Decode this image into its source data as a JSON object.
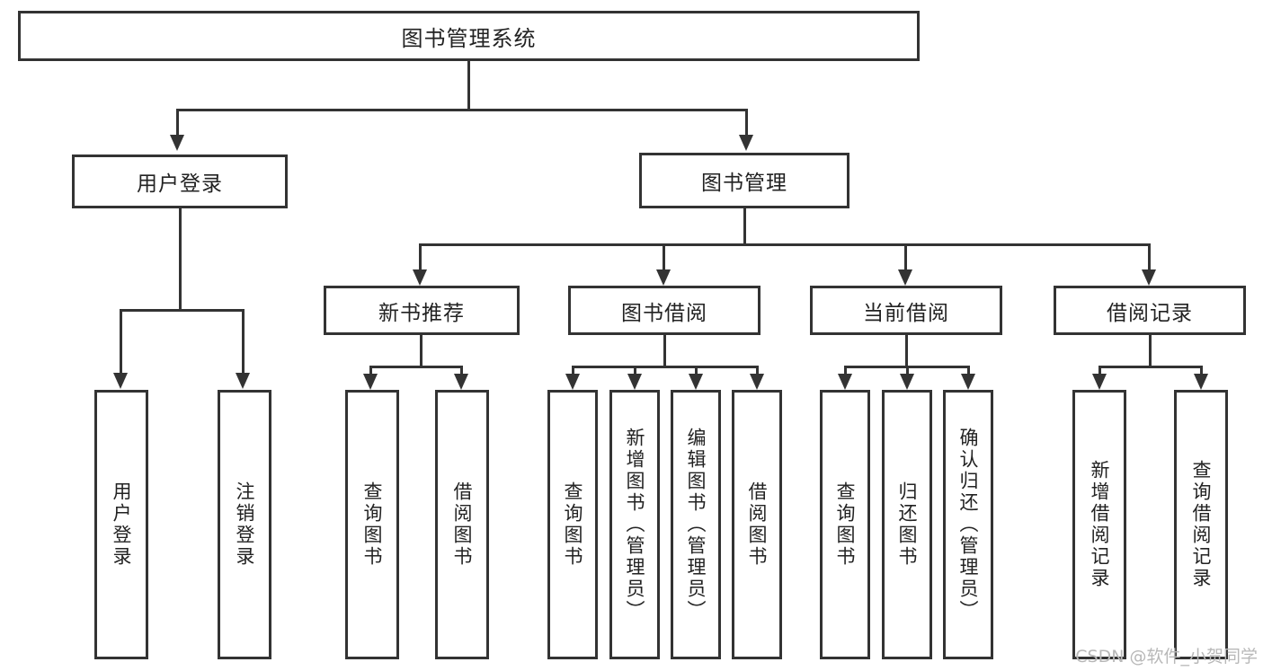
{
  "diagram": {
    "type": "tree",
    "title": "图书管理系统",
    "watermark": "CSDN @软件_小贺同学",
    "colors": {
      "stroke": "#333333",
      "background": "#ffffff",
      "text": "#222222",
      "watermark": "#b8b8b8"
    },
    "root": {
      "label": "图书管理系统"
    },
    "level2": [
      {
        "label": "用户登录"
      },
      {
        "label": "图书管理"
      }
    ],
    "level3": [
      {
        "label": "新书推荐"
      },
      {
        "label": "图书借阅"
      },
      {
        "label": "当前借阅"
      },
      {
        "label": "借阅记录"
      }
    ],
    "leaves": {
      "user_login": [
        {
          "label": "用户登录"
        },
        {
          "label": "注销登录"
        }
      ],
      "new_book": [
        {
          "label": "查询图书"
        },
        {
          "label": "借阅图书"
        }
      ],
      "borrow": [
        {
          "label": "查询图书"
        },
        {
          "label": "新增图书（管理员）"
        },
        {
          "label": "编辑图书（管理员）"
        },
        {
          "label": "借阅图书"
        }
      ],
      "current": [
        {
          "label": "查询图书"
        },
        {
          "label": "归还图书"
        },
        {
          "label": "确认归还（管理员）"
        }
      ],
      "records": [
        {
          "label": "新增借阅记录"
        },
        {
          "label": "查询借阅记录"
        }
      ]
    }
  }
}
